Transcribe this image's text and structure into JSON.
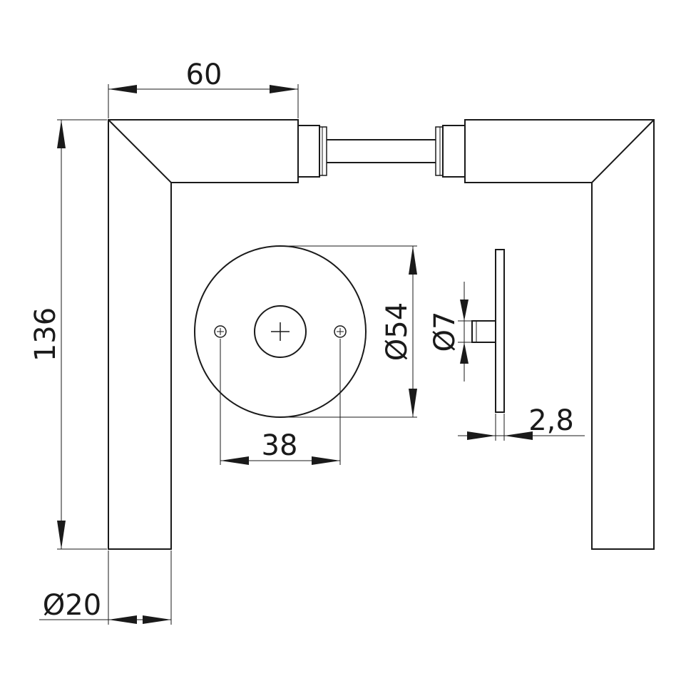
{
  "dimensions": {
    "handle_length": "60",
    "handle_height": "136",
    "rod_diameter": "Ø20",
    "rosette_diameter": "Ø54",
    "hole_spacing": "38",
    "spindle_diameter": "Ø7",
    "rosette_thickness": "2,8"
  }
}
